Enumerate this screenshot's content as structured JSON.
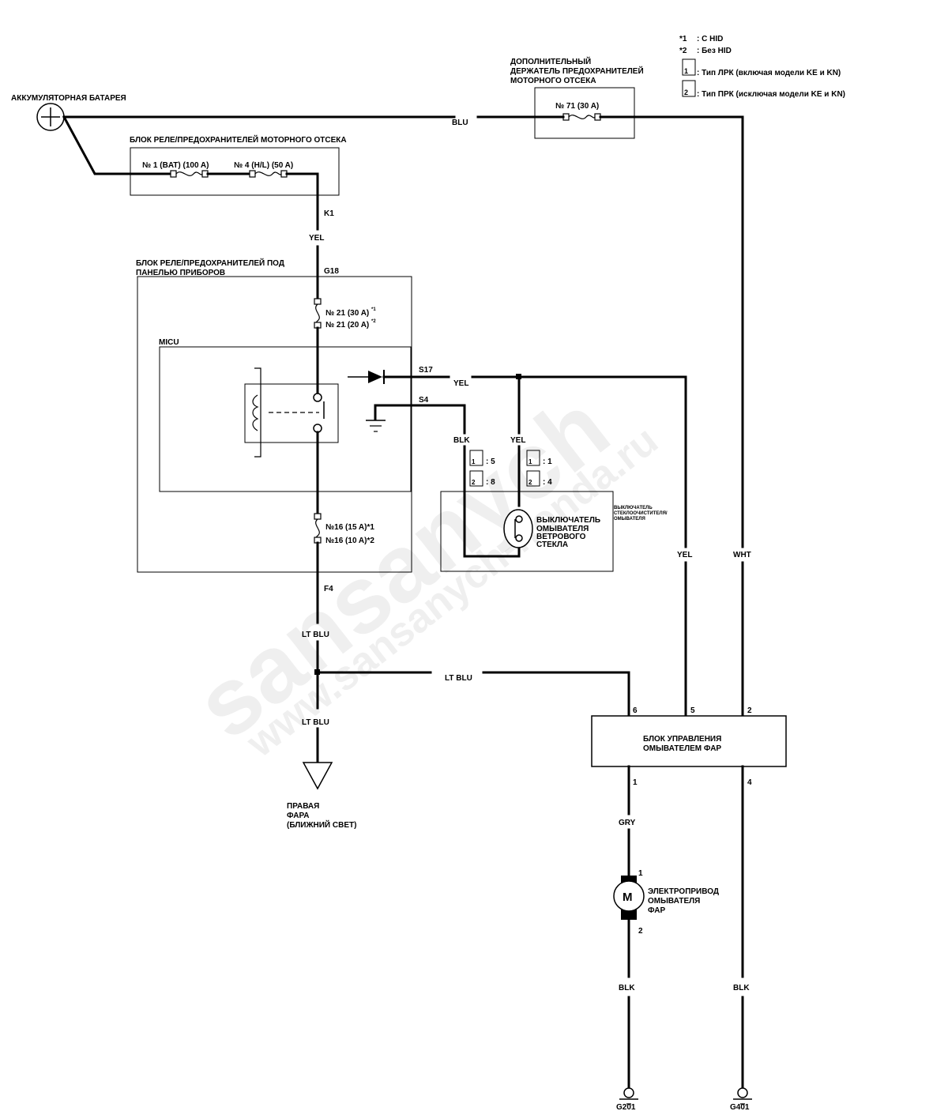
{
  "legend": {
    "note1_mark": "*1",
    "note1_text": ": С HID",
    "note2_mark": "*2",
    "note2_text": ": Без HID",
    "type1_num": "1",
    "type1_text": ": Тип ЛРК (включая модели KE и KN)",
    "type2_num": "2",
    "type2_text": ": Тип ПРК (исключая модели KE и KN)"
  },
  "battery": {
    "label": "АККУМУЛЯТОРНАЯ БАТАРЕЯ"
  },
  "underhood_box": {
    "label": "БЛОК РЕЛЕ/ПРЕДОХРАНИТЕЛЕЙ МОТОРНОГО ОТСЕКА",
    "fuse1": "№ 1 (BAT) (100 A)",
    "fuse4": "№ 4 (H/L) (50 A)",
    "connector": "K1"
  },
  "aux_holder": {
    "label_line1": "ДОПОЛНИТЕЛЬНЫЙ",
    "label_line2": "ДЕРЖАТЕЛЬ ПРЕДОХРАНИТЕЛЕЙ",
    "label_line3": "МОТОРНОГО ОТСЕКА",
    "fuse71": "№ 71 (30 A)"
  },
  "dash_box": {
    "label_line1": "БЛОК РЕЛЕ/ПРЕДОХРАНИТЕЛЕЙ ПОД",
    "label_line2": "ПАНЕЛЬЮ ПРИБОРОВ",
    "connector_top": "G18",
    "fuse21a": "№ 21 (30 A)",
    "fuse21a_note": "*1",
    "fuse21b": "№ 21 (20 A)",
    "fuse21b_note": "*2",
    "micu": "MICU",
    "fuse16a": "№16 (15 A)*1",
    "fuse16b": "№16 (10 A)*2",
    "connector_bottom": "F4",
    "s17": "S17",
    "s4": "S4"
  },
  "wires": {
    "blu": "BLU",
    "yel_k1": "YEL",
    "yel_s17": "YEL",
    "blk_switch": "BLK",
    "yel_switch": "YEL",
    "yel_right": "YEL",
    "wht_right": "WHT",
    "ltblu_1": "LT BLU",
    "ltblu_2": "LT BLU",
    "ltblu_3": "LT BLU",
    "gry": "GRY",
    "blk_g201": "BLK",
    "blk_g401": "BLK"
  },
  "switch": {
    "blk_pin1_type": "1",
    "blk_pin1": ": 5",
    "blk_pin2_type": "2",
    "blk_pin2": ": 8",
    "yel_pin1_type": "1",
    "yel_pin1": ": 1",
    "yel_pin2_type": "2",
    "yel_pin2": ": 4",
    "label_line1": "ВЫКЛЮЧАТЕЛЬ",
    "label_line2": "ОМЫВАТЕЛЯ",
    "label_line3": "ВЕТРОВОГО",
    "label_line4": "СТЕКЛА",
    "small_line1": "ВЫКЛЮЧАТЕЛЬ",
    "small_line2": "СТЕКЛООЧИСТИТЕЛЯ/",
    "small_line3": "ОМЫВАТЕЛЯ"
  },
  "headlight": {
    "label_line1": "ПРАВАЯ",
    "label_line2": "ФАРА",
    "label_line3": "(БЛИЖНИЙ СВЕТ)"
  },
  "control_unit": {
    "label_line1": "БЛОК УПРАВЛЕНИЯ",
    "label_line2": "ОМЫВАТЕЛЕМ ФАР",
    "pin6": "6",
    "pin5": "5",
    "pin2": "2",
    "pin1": "1",
    "pin4": "4"
  },
  "motor": {
    "symbol": "M",
    "pin1": "1",
    "pin2": "2",
    "label_line1": "ЭЛЕКТРОПРИВОД",
    "label_line2": "ОМЫВАТЕЛЯ",
    "label_line3": "ФАР"
  },
  "grounds": {
    "g201": "G201",
    "g401": "G401"
  },
  "watermark": {
    "line1": "sansanych",
    "line2": "www.sansanych-honda.ru"
  }
}
